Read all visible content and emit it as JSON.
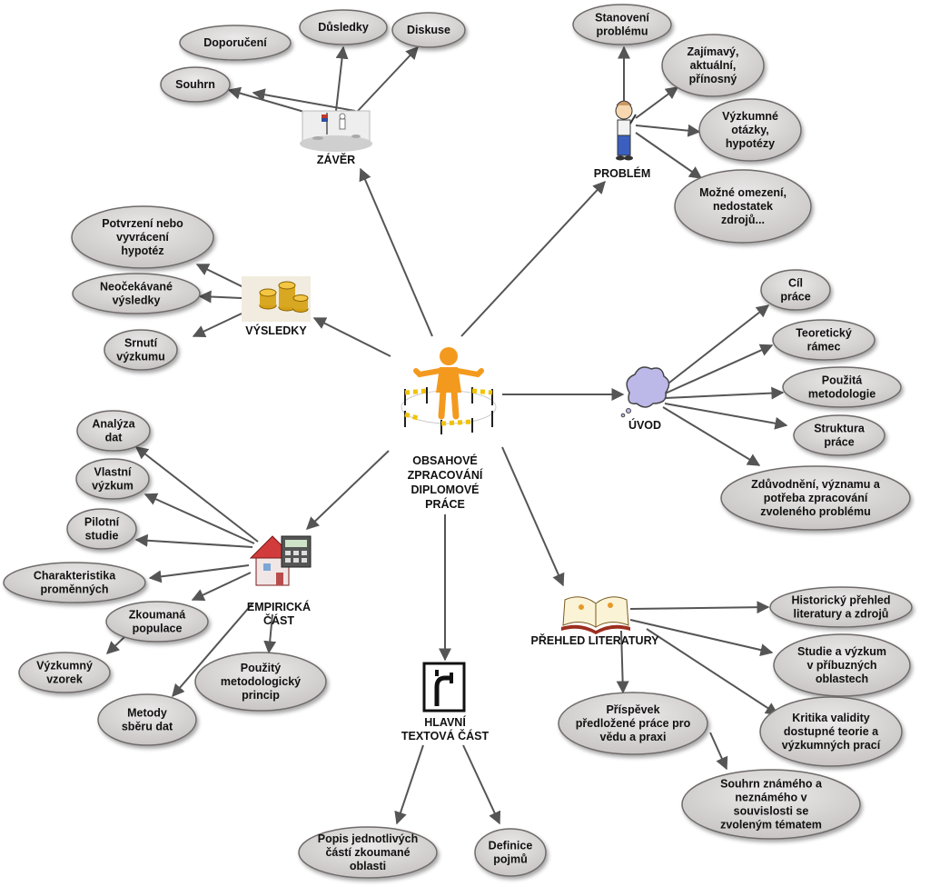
{
  "center": {
    "lines": [
      "OBSAHOVÉ",
      "ZPRACOVÁNÍ",
      "DIPLOMOVÉ",
      "PRÁCE"
    ],
    "icon": "person-shrug-icon"
  },
  "hubs": {
    "zaver": {
      "label": [
        "ZÁVĚR"
      ],
      "icon": "flag-on-moon-icon"
    },
    "problem": {
      "label": [
        "PROBLÉM"
      ],
      "icon": "thinking-man-icon"
    },
    "vysledky": {
      "label": [
        "VÝSLEDKY"
      ],
      "icon": "gold-coins-icon"
    },
    "uvod": {
      "label": [
        "ÚVOD"
      ],
      "icon": "thought-cloud-icon"
    },
    "empiricka": {
      "label": [
        "EMPIRICKÁ",
        "ČÁST"
      ],
      "icon": "house-calculator-icon"
    },
    "hlavni": {
      "label": [
        "HLAVNÍ",
        "TEXTOVÁ ČÁST"
      ],
      "icon": "road-sign-icon"
    },
    "prehled": {
      "label": [
        "PŘEHLED LITERATURY"
      ],
      "icon": "open-book-icon"
    }
  },
  "nodes": {
    "doporuceni": [
      "Doporučení"
    ],
    "dusledky": [
      "Důsledky"
    ],
    "diskuse": [
      "Diskuse"
    ],
    "souhrn": [
      "Souhrn"
    ],
    "stanoveni": [
      "Stanovení",
      "problému"
    ],
    "zajimavy": [
      "Zajímavý,",
      "aktuální,",
      "přínosný"
    ],
    "vyzkumne": [
      "Výzkumné",
      "otázky,",
      "hypotézy"
    ],
    "mozne": [
      "Možné omezení,",
      "nedostatek",
      "zdrojů..."
    ],
    "potvrzeni": [
      "Potvrzení nebo",
      "vyvrácení",
      "hypotéz"
    ],
    "neocekavane": [
      "Neočekávané",
      "výsledky"
    ],
    "srnuti": [
      "Srnutí",
      "výzkumu"
    ],
    "cil": [
      "Cíl",
      "práce"
    ],
    "teoreticky": [
      "Teoretický",
      "rámec"
    ],
    "pouzita": [
      "Použitá",
      "metodologie"
    ],
    "struktura": [
      "Struktura",
      "práce"
    ],
    "zduvodneni": [
      "Zdůvodnění, významu a",
      "potřeba zpracování",
      "zvoleného problému"
    ],
    "analyza": [
      "Analýza",
      "dat"
    ],
    "vlastni": [
      "Vlastní",
      "výzkum"
    ],
    "pilotni": [
      "Pilotní",
      "studie"
    ],
    "charakteristika": [
      "Charakteristika",
      "proměnných"
    ],
    "zkoumana": [
      "Zkoumaná",
      "populace"
    ],
    "vzorek": [
      "Výzkumný",
      "vzorek"
    ],
    "metody": [
      "Metody",
      "sběru dat"
    ],
    "pouzity": [
      "Použitý",
      "metodologický",
      "princip"
    ],
    "historicky": [
      "Historický přehled",
      "literatury a zdrojů"
    ],
    "studie": [
      "Studie a výzkum",
      "v příbuzných",
      "oblastech"
    ],
    "kritika": [
      "Kritika validity",
      "dostupné teorie a",
      "výzkumných prací"
    ],
    "prispevek": [
      "Příspěvek",
      "předložené práce pro",
      "vědu a praxi"
    ],
    "souhrnzn": [
      "Souhrn známého a",
      "neznámého v",
      "souvislosti se",
      "zvoleným tématem"
    ],
    "popis": [
      "Popis jednotlivých",
      "částí zkoumané",
      "oblasti"
    ],
    "definice": [
      "Definice",
      "pojmů"
    ]
  },
  "colors": {
    "node_fill": "#d6d3d3",
    "node_stroke": "#6f6b6b",
    "arrow": "#555555",
    "text": "#111111"
  }
}
